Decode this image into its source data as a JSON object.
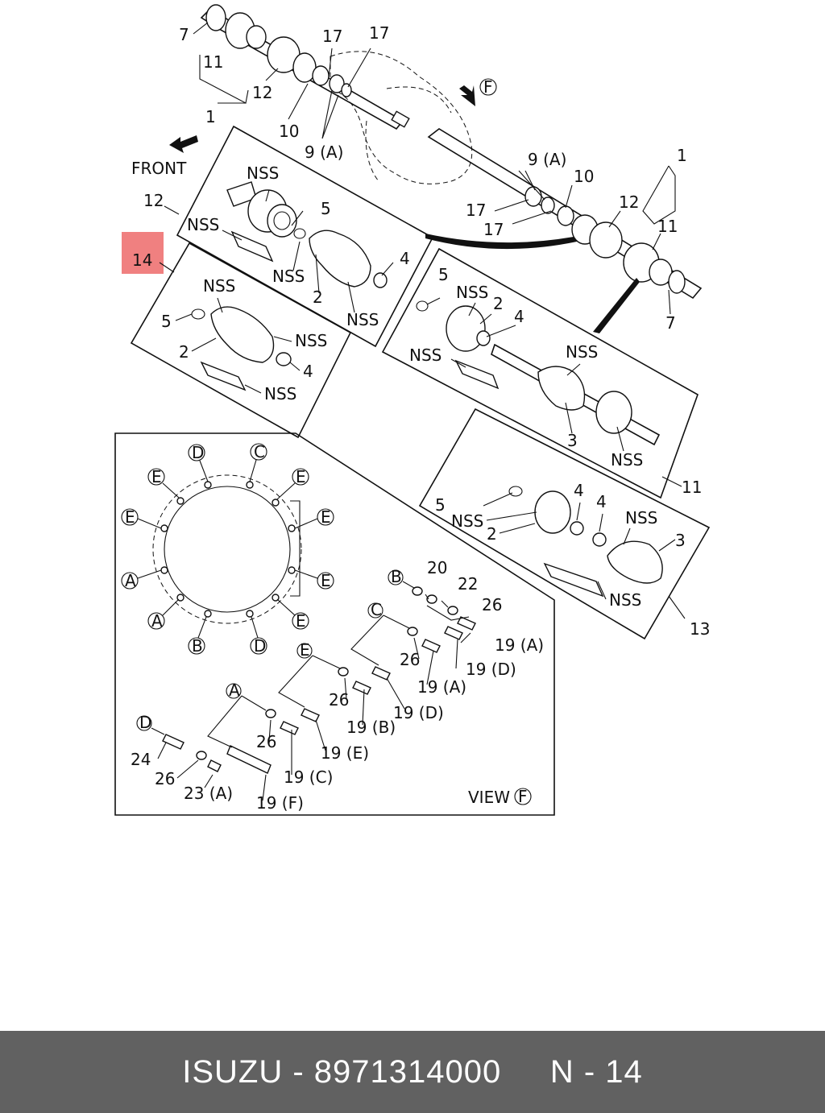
{
  "diagram": {
    "front_label": "FRONT",
    "view_label": "VIEW",
    "view_letter": "F",
    "highlight_label": "14",
    "highlight_color": "#f08080",
    "callouts": {
      "c7_top": "7",
      "c11_top": "11",
      "c1_top": "1",
      "c12_top": "12",
      "c17_a": "17",
      "c17_b": "17",
      "c10_top": "10",
      "c9a_top": "9 (A)",
      "cF_arrow": "F",
      "c9a_mid": "9 (A)",
      "c10_mid": "10",
      "c17_c": "17",
      "c17_d": "17",
      "c1_right": "1",
      "c12_right": "12",
      "c11_right": "11",
      "c7_right": "7",
      "c12_box": "12",
      "b12_nss1": "NSS",
      "b12_nss2": "NSS",
      "b12_5": "5",
      "b12_nss3": "NSS",
      "b12_4": "4",
      "b12_2": "2",
      "b12_nss4": "NSS",
      "b14_nss1": "NSS",
      "b14_5": "5",
      "b14_nss2": "NSS",
      "b14_2": "2",
      "b14_4": "4",
      "b14_nss3": "NSS",
      "b11_5": "5",
      "b11_nss1": "NSS",
      "b11_2": "2",
      "b11_4": "4",
      "b11_nss2": "NSS",
      "b11_nss3": "NSS",
      "b11_3": "3",
      "b11_nss4": "NSS",
      "c11_box": "11",
      "b13_5": "5",
      "b13_nss1": "NSS",
      "b13_2": "2",
      "b13_4a": "4",
      "b13_4b": "4",
      "b13_nss2": "NSS",
      "b13_3": "3",
      "b13_nss3": "NSS",
      "c13_box": "13",
      "v_20": "20",
      "v_22": "22",
      "v_26a": "26",
      "v_19a1": "19 (A)",
      "v_26b": "26",
      "v_19d1": "19 (D)",
      "v_19a2": "19 (A)",
      "v_26c": "26",
      "v_19d2": "19 (D)",
      "v_19b": "19 (B)",
      "v_26d": "26",
      "v_19e": "19 (E)",
      "v_19c": "19 (C)",
      "v_24": "24",
      "v_26e": "26",
      "v_23a": "23 (A)",
      "v_19f": "19 (F)"
    },
    "ring_letters": {
      "r_D1": "D",
      "r_C1": "C",
      "r_E1": "E",
      "r_E2": "E",
      "r_E3": "E",
      "r_E4": "E",
      "r_E5": "E",
      "r_E6": "E",
      "r_A1": "A",
      "r_A2": "A",
      "r_B1": "B",
      "r_D2": "D",
      "l_B": "B",
      "l_C": "C",
      "l_E": "E",
      "l_A": "A",
      "l_D": "D"
    }
  },
  "footer": {
    "brand": "ISUZU",
    "sep1": " - ",
    "part_number": "8971314000",
    "gap": "     ",
    "ref": "N - 14"
  }
}
